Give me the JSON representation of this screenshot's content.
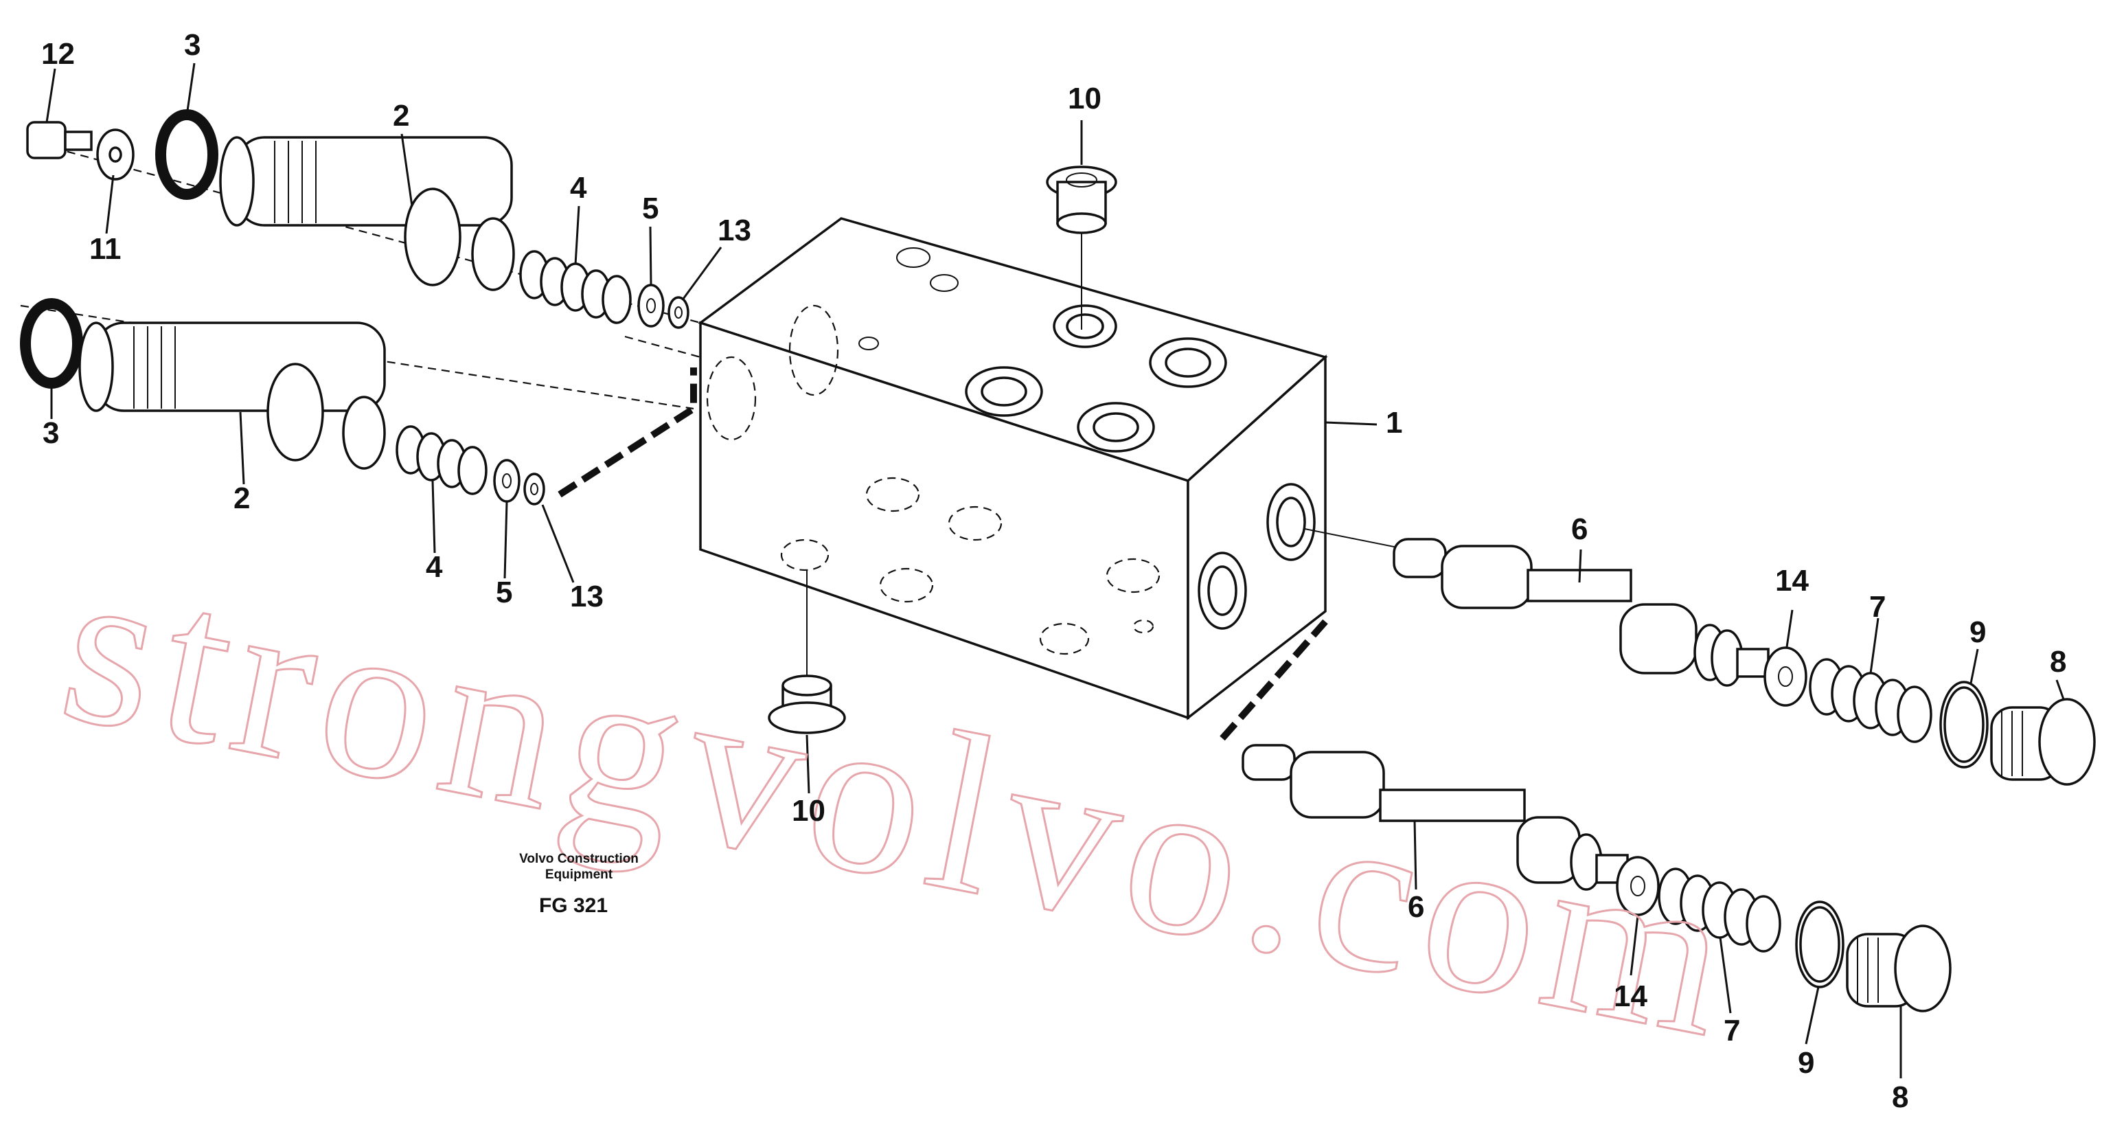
{
  "diagram": {
    "callouts": {
      "c1": "1",
      "c2_upper": "2",
      "c2_lower": "2",
      "c3_upper": "3",
      "c3_lower": "3",
      "c4_upper": "4",
      "c4_lower": "4",
      "c5_upper": "5",
      "c5_lower": "5",
      "c6_upper": "6",
      "c6_lower": "6",
      "c7_upper": "7",
      "c7_lower": "7",
      "c8_upper": "8",
      "c8_lower": "8",
      "c9_upper": "9",
      "c9_lower": "9",
      "c10_top": "10",
      "c10_bottom": "10",
      "c11": "11",
      "c12": "12",
      "c13_upper": "13",
      "c13_lower": "13",
      "c14_upper": "14",
      "c14_lower": "14"
    },
    "caption": {
      "company_line1": "Volvo Construction",
      "company_line2": "Equipment",
      "group_code": "FG 321"
    },
    "watermark": "strongvolvo.com"
  }
}
